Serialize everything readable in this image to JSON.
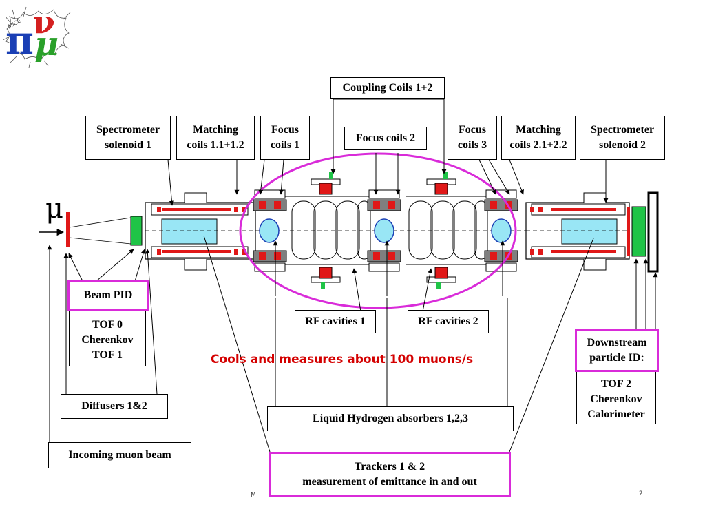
{
  "logo": {
    "letters": {
      "pi": "π",
      "nu": "ν",
      "mu": "μ"
    },
    "text": "MICE",
    "colors": {
      "pi": "#1a3fb5",
      "nu": "#d42020",
      "mu": "#2aa02a"
    }
  },
  "beam_symbol": "μ",
  "labels": {
    "coupling_coils": "Coupling Coils 1+2",
    "spectrometer_1": "Spectrometer\nsolenoid 1",
    "matching_1": "Matching\ncoils 1.1+1.2",
    "focus_1": "Focus\ncoils 1",
    "focus_2": "Focus coils 2",
    "focus_3": "Focus\ncoils 3",
    "matching_2": "Matching\ncoils 2.1+2.2",
    "spectrometer_2": "Spectrometer\nsolenoid 2",
    "beam_pid_title": "Beam PID",
    "beam_pid_list": "TOF 0\nCherenkov\nTOF 1",
    "rf_cavities_1": "RF cavities 1",
    "rf_cavities_2": "RF cavities 2",
    "downstream_title": "Downstream\nparticle ID:",
    "downstream_list": "TOF 2\nCherenkov\nCalorimeter",
    "diffusers": "Diffusers 1&2",
    "lh2_absorbers": "Liquid Hydrogen absorbers 1,2,3",
    "incoming_beam": "Incoming muon beam",
    "trackers": "Trackers 1 & 2\nmeasurement of emittance in and out"
  },
  "caption": "Cools and measures about 100 muons/s",
  "footer": {
    "left": "M",
    "right": "2"
  },
  "colors": {
    "highlight": "#d92bd9",
    "coil_red": "#e01818",
    "window_cyan": "#99e6f5",
    "steel_gray": "#7f7f7f",
    "detector_green": "#1fc447",
    "caption_red": "#d40000"
  }
}
